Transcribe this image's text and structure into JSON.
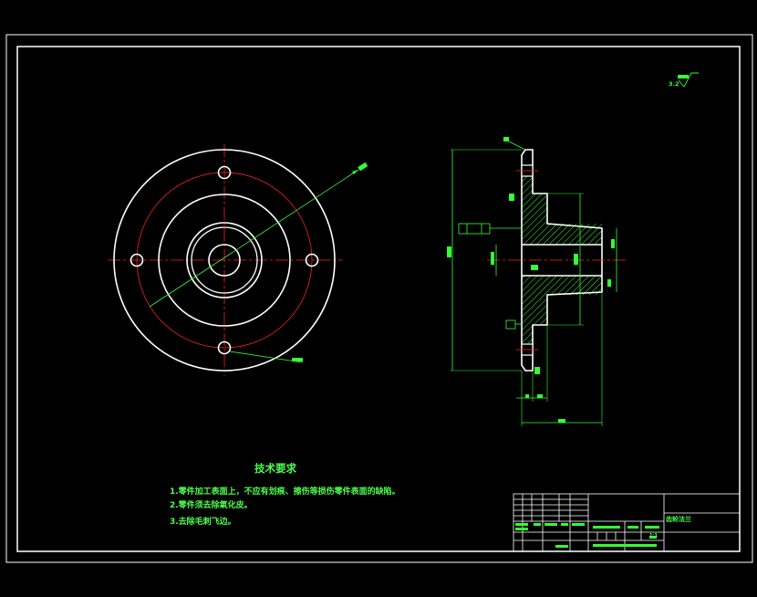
{
  "colors": {
    "background": "#000000",
    "outline": "#ffffff",
    "dimension": "#33ff33",
    "centerline": "#ff2020",
    "hatch": "#33ff33"
  },
  "tech_requirements": {
    "title": "技术要求",
    "notes": [
      "1.零件加工表面上，不应有划痕、擦伤等损伤零件表面的缺陷。",
      "2.零件须去除氧化皮。",
      "3.去除毛刺飞边。"
    ]
  },
  "roughness_symbol": {
    "label": "3.2"
  },
  "title_block": {
    "part_name": "齿轮法兰",
    "scale": "1:1"
  }
}
